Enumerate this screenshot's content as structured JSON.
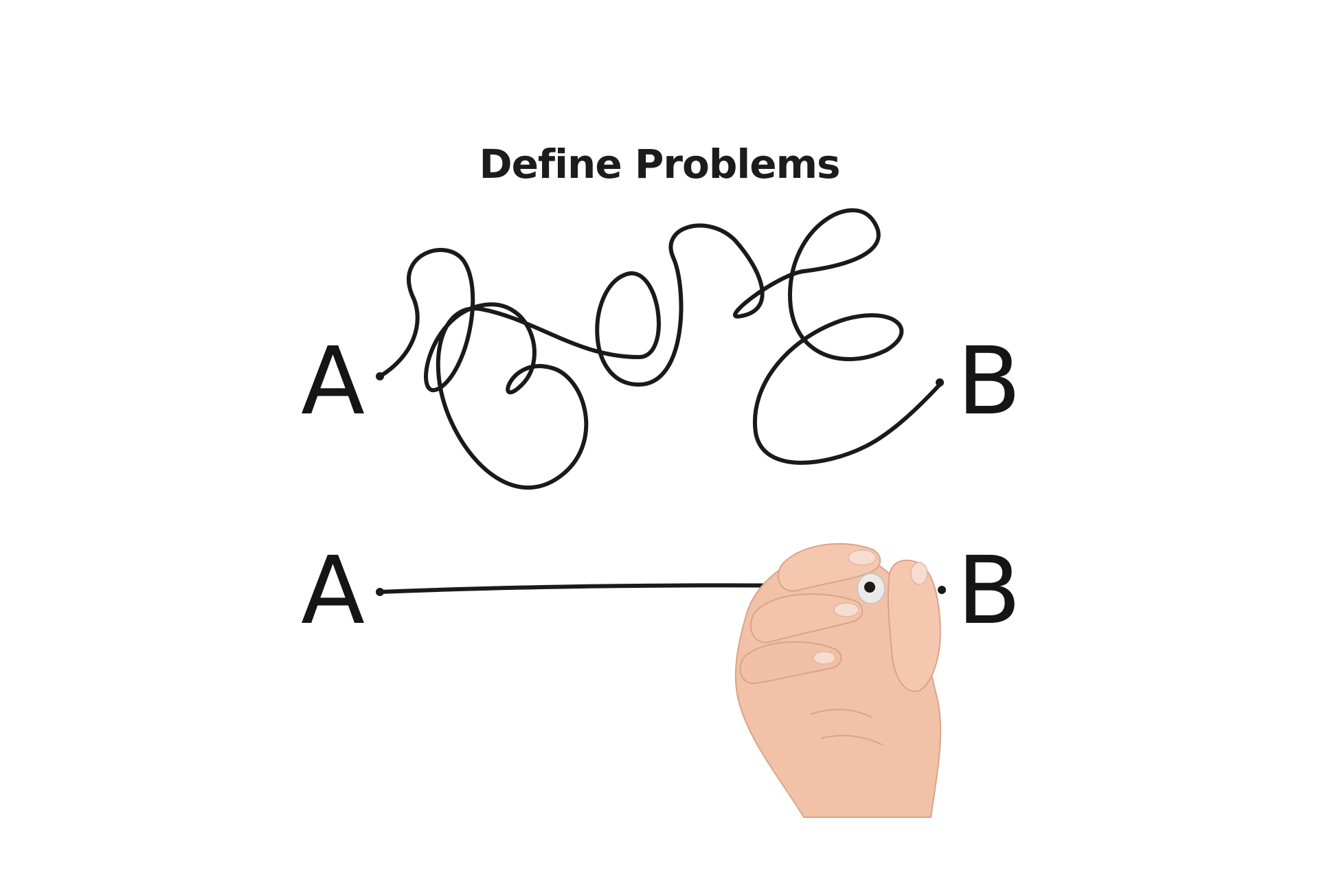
{
  "title": "Define Problems",
  "top_path": {
    "start_label": "A",
    "end_label": "B",
    "stroke_color": "#1a1a1a",
    "style": "tangled-loops"
  },
  "bottom_path": {
    "start_label": "A",
    "end_label": "B",
    "stroke_color": "#1a1a1a",
    "style": "straight-line"
  },
  "hand": {
    "skin_color": "#f2c2a8",
    "marker_tip_color": "#e9e6e4"
  }
}
